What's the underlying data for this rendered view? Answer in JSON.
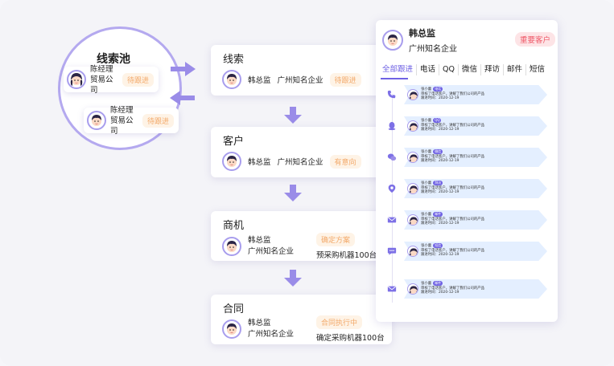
{
  "pool": {
    "title": "线索池",
    "cards": [
      {
        "name": "陈经理",
        "company": "贸易公司",
        "status": "待跟进"
      },
      {
        "name": "陈经理",
        "company": "贸易公司",
        "status": "待跟进"
      }
    ]
  },
  "stages": [
    {
      "title": "线索",
      "name": "韩总监",
      "company": "广州知名企业",
      "status": "待跟进"
    },
    {
      "title": "客户",
      "name": "韩总监",
      "company": "广州知名企业",
      "status": "有意向"
    },
    {
      "title": "商机",
      "name": "韩总监",
      "company": "广州知名企业",
      "status": "确定方案",
      "note": "预采购机器100台"
    },
    {
      "title": "合同",
      "name": "韩总监",
      "company": "广州知名企业",
      "status": "合同执行中",
      "note": "确定采购机器100台"
    }
  ],
  "detail": {
    "name": "韩总监",
    "company": "广州知名企业",
    "badge": "重要客户",
    "tabs": [
      "全部跟进",
      "电话",
      "QQ",
      "微信",
      "拜访",
      "邮件",
      "短信"
    ],
    "active_tab": "全部跟进",
    "timeline": [
      {
        "icon": "phone-icon",
        "author": "张小蕾",
        "chip": "电话",
        "line1": "审核了电话客户，讲解了我们公司的产品",
        "line2": "跟进时间：2020-12-19"
      },
      {
        "icon": "qq-icon",
        "author": "张小蕾",
        "chip": "QQ",
        "line1": "审核了电话客户，讲解了我们公司的产品",
        "line2": "跟进时间：2020-12-19"
      },
      {
        "icon": "wechat-icon",
        "author": "张小蕾",
        "chip": "微信",
        "line1": "审核了电话客户，讲解了我们公司的产品",
        "line2": "跟进时间：2020-12-19"
      },
      {
        "icon": "location-icon",
        "author": "张小蕾",
        "chip": "拜访",
        "line1": "审核了电话客户，讲解了我们公司的产品",
        "line2": "跟进时间：2020-12-19"
      },
      {
        "icon": "mail-icon",
        "author": "张小蕾",
        "chip": "邮件",
        "line1": "审核了电话客户，讲解了我们公司的产品",
        "line2": "跟进时间：2020-12-19"
      },
      {
        "icon": "sms-icon",
        "author": "张小蕾",
        "chip": "短信",
        "line1": "审核了电话客户，讲解了我们公司的产品",
        "line2": "跟进时间：2020-12-19"
      },
      {
        "icon": "mail-icon",
        "author": "张小蕾",
        "chip": "邮件",
        "line1": "审核了电话客户，讲解了我们公司的产品",
        "line2": "跟进时间：2020-12-19"
      }
    ]
  }
}
